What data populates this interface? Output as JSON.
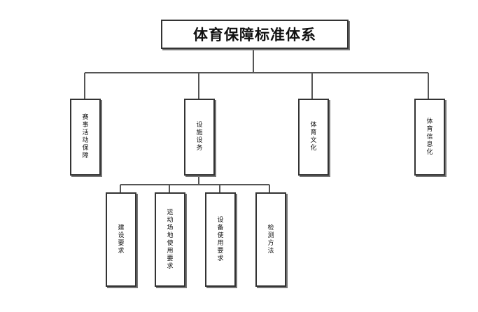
{
  "diagram": {
    "title": "体育保障标准体系",
    "level1": [
      {
        "label": "赛事活动保障"
      },
      {
        "label": "设施设务"
      },
      {
        "label": "体育文化"
      },
      {
        "label": "体育信息化"
      }
    ],
    "level2": [
      {
        "label": "建设要求"
      },
      {
        "label": "运动场地使用要求"
      },
      {
        "label": "设备使用要求"
      },
      {
        "label": "检测方法"
      }
    ]
  },
  "colors": {
    "line": "#555555",
    "border": "#333333",
    "text": "#111111",
    "shadow": "#777777"
  }
}
